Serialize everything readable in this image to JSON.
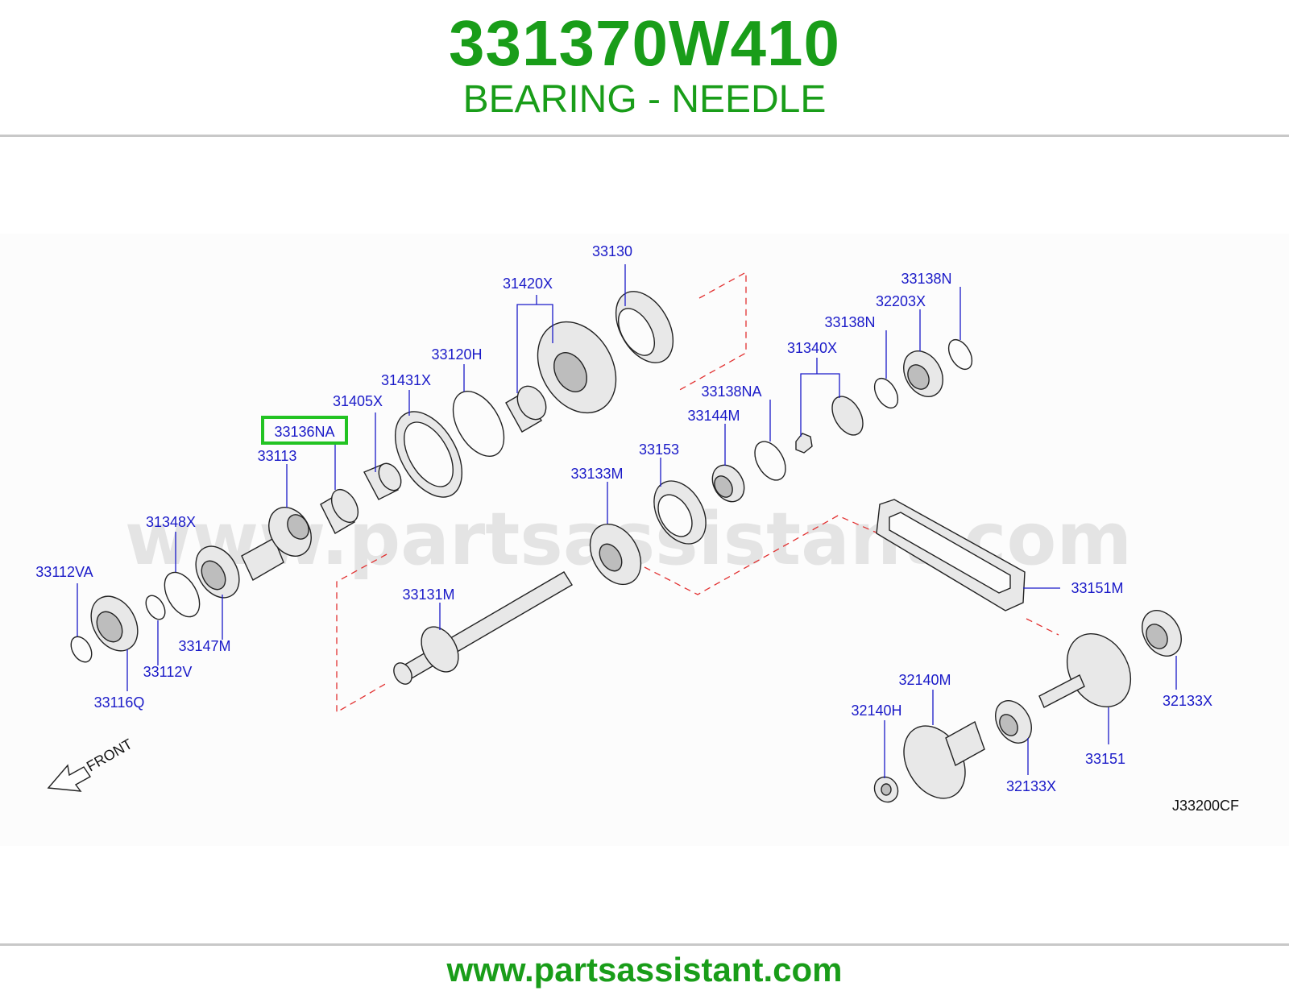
{
  "header": {
    "part_number": "331370W410",
    "description": "BEARING - NEEDLE"
  },
  "footer": {
    "url": "www.partsassistant.com"
  },
  "diagram": {
    "watermark": "www.partsassistant.com",
    "code": "J33200CF",
    "front_label": "FRONT",
    "highlight_color": "#22c322",
    "labels": {
      "l33130": "33130",
      "l31420X": "31420X",
      "l33120H": "33120H",
      "l31431X": "31431X",
      "l31405X": "31405X",
      "l33136NA": "33136NA",
      "l33113": "33113",
      "l31348X": "31348X",
      "l33112VA": "33112VA",
      "l33147M": "33147M",
      "l33112V": "33112V",
      "l33116Q": "33116Q",
      "l33138N_a": "33138N",
      "l32203X": "32203X",
      "l33138N_b": "33138N",
      "l31340X": "31340X",
      "l33138NA": "33138NA",
      "l33144M": "33144M",
      "l33153": "33153",
      "l33133M": "33133M",
      "l33131M": "33131M",
      "l33151M": "33151M",
      "l32140M": "32140M",
      "l32140H": "32140H",
      "l32133X_a": "32133X",
      "l32133X_b": "32133X",
      "l33151": "33151"
    }
  }
}
